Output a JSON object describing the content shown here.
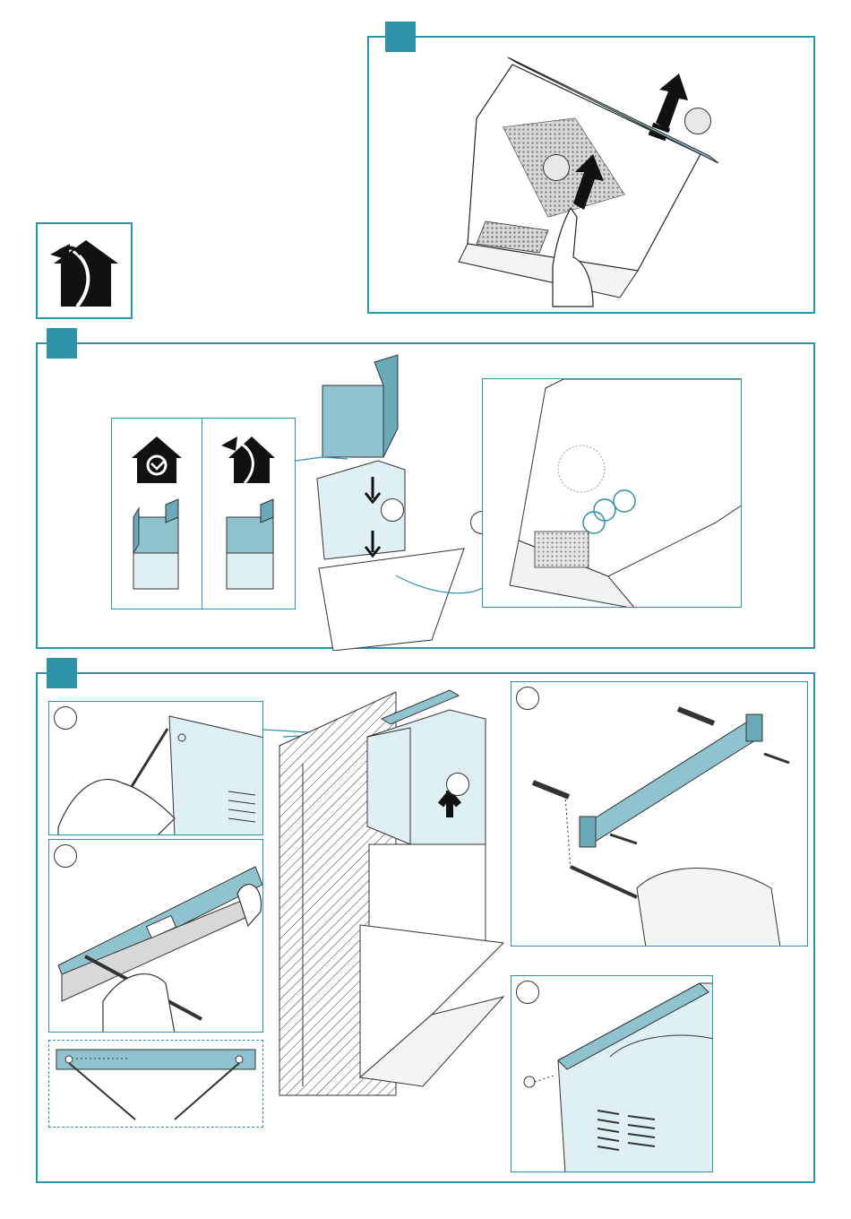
{
  "colors": {
    "accent": "#2e93a8",
    "panel_fill": "#8fc3cf",
    "panel_light": "#dff0f4",
    "ink": "#222222"
  },
  "icons": {
    "recirculation": "house-recirculation-icon",
    "extraction": "house-extraction-icon",
    "up_arrow": "up-arrow-icon",
    "down_arrow": "down-arrow-icon"
  },
  "sections": [
    {
      "name": "filter-removal-step"
    },
    {
      "name": "chimney-selection-step"
    },
    {
      "name": "chimney-bracket-step"
    }
  ]
}
